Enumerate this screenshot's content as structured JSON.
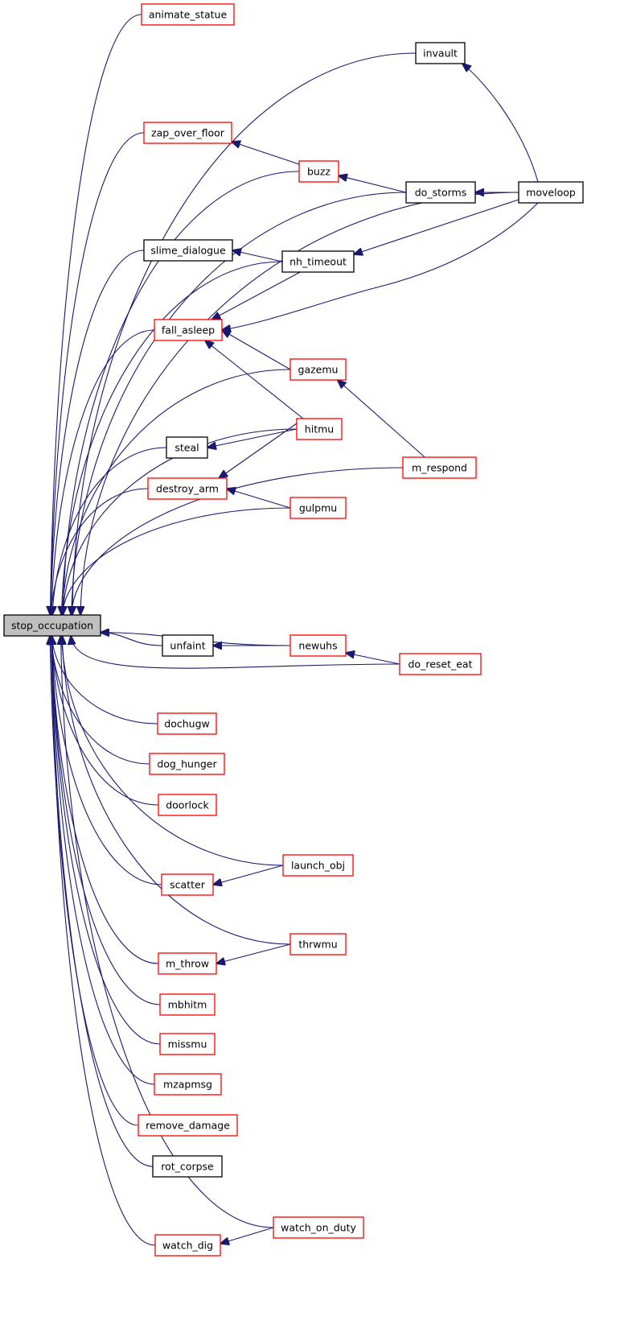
{
  "colors": {
    "edge": "#191970",
    "border_documented": "#000000",
    "border_undocumented": "#ff0000",
    "focus_fill": "#bfbfbf",
    "node_fill": "#ffffff"
  },
  "nodes": [
    {
      "id": "stop_occupation",
      "label": "stop_occupation",
      "style": "focus"
    },
    {
      "id": "animate_statue",
      "label": "animate_statue",
      "style": "red"
    },
    {
      "id": "invault",
      "label": "invault",
      "style": "black"
    },
    {
      "id": "zap_over_floor",
      "label": "zap_over_floor",
      "style": "red"
    },
    {
      "id": "buzz",
      "label": "buzz",
      "style": "red"
    },
    {
      "id": "do_storms",
      "label": "do_storms",
      "style": "black"
    },
    {
      "id": "moveloop",
      "label": "moveloop",
      "style": "black"
    },
    {
      "id": "slime_dialogue",
      "label": "slime_dialogue",
      "style": "black"
    },
    {
      "id": "nh_timeout",
      "label": "nh_timeout",
      "style": "black"
    },
    {
      "id": "fall_asleep",
      "label": "fall_asleep",
      "style": "red"
    },
    {
      "id": "gazemu",
      "label": "gazemu",
      "style": "red"
    },
    {
      "id": "hitmu",
      "label": "hitmu",
      "style": "red"
    },
    {
      "id": "steal",
      "label": "steal",
      "style": "black"
    },
    {
      "id": "m_respond",
      "label": "m_respond",
      "style": "red"
    },
    {
      "id": "destroy_arm",
      "label": "destroy_arm",
      "style": "red"
    },
    {
      "id": "gulpmu",
      "label": "gulpmu",
      "style": "red"
    },
    {
      "id": "unfaint",
      "label": "unfaint",
      "style": "black"
    },
    {
      "id": "newuhs",
      "label": "newuhs",
      "style": "red"
    },
    {
      "id": "do_reset_eat",
      "label": "do_reset_eat",
      "style": "red"
    },
    {
      "id": "dochugw",
      "label": "dochugw",
      "style": "red"
    },
    {
      "id": "dog_hunger",
      "label": "dog_hunger",
      "style": "red"
    },
    {
      "id": "doorlock",
      "label": "doorlock",
      "style": "red"
    },
    {
      "id": "launch_obj",
      "label": "launch_obj",
      "style": "red"
    },
    {
      "id": "scatter",
      "label": "scatter",
      "style": "red"
    },
    {
      "id": "thrwmu",
      "label": "thrwmu",
      "style": "red"
    },
    {
      "id": "m_throw",
      "label": "m_throw",
      "style": "red"
    },
    {
      "id": "mbhitm",
      "label": "mbhitm",
      "style": "red"
    },
    {
      "id": "missmu",
      "label": "missmu",
      "style": "red"
    },
    {
      "id": "mzapmsg",
      "label": "mzapmsg",
      "style": "red"
    },
    {
      "id": "remove_damage",
      "label": "remove_damage",
      "style": "red"
    },
    {
      "id": "rot_corpse",
      "label": "rot_corpse",
      "style": "black"
    },
    {
      "id": "watch_on_duty",
      "label": "watch_on_duty",
      "style": "red"
    },
    {
      "id": "watch_dig",
      "label": "watch_dig",
      "style": "red"
    }
  ],
  "edges": [
    {
      "from": "animate_statue",
      "to": "stop_occupation"
    },
    {
      "from": "invault",
      "to": "stop_occupation"
    },
    {
      "from": "moveloop",
      "to": "stop_occupation"
    },
    {
      "from": "zap_over_floor",
      "to": "stop_occupation"
    },
    {
      "from": "buzz",
      "to": "stop_occupation"
    },
    {
      "from": "do_storms",
      "to": "stop_occupation"
    },
    {
      "from": "slime_dialogue",
      "to": "stop_occupation"
    },
    {
      "from": "nh_timeout",
      "to": "stop_occupation"
    },
    {
      "from": "fall_asleep",
      "to": "stop_occupation"
    },
    {
      "from": "gazemu",
      "to": "stop_occupation"
    },
    {
      "from": "hitmu",
      "to": "stop_occupation"
    },
    {
      "from": "steal",
      "to": "stop_occupation"
    },
    {
      "from": "destroy_arm",
      "to": "stop_occupation"
    },
    {
      "from": "gulpmu",
      "to": "stop_occupation"
    },
    {
      "from": "m_respond",
      "to": "stop_occupation"
    },
    {
      "from": "newuhs",
      "to": "stop_occupation"
    },
    {
      "from": "unfaint",
      "to": "stop_occupation"
    },
    {
      "from": "do_reset_eat",
      "to": "stop_occupation"
    },
    {
      "from": "dochugw",
      "to": "stop_occupation"
    },
    {
      "from": "dog_hunger",
      "to": "stop_occupation"
    },
    {
      "from": "doorlock",
      "to": "stop_occupation"
    },
    {
      "from": "launch_obj",
      "to": "stop_occupation"
    },
    {
      "from": "scatter",
      "to": "stop_occupation"
    },
    {
      "from": "thrwmu",
      "to": "stop_occupation"
    },
    {
      "from": "m_throw",
      "to": "stop_occupation"
    },
    {
      "from": "mbhitm",
      "to": "stop_occupation"
    },
    {
      "from": "missmu",
      "to": "stop_occupation"
    },
    {
      "from": "mzapmsg",
      "to": "stop_occupation"
    },
    {
      "from": "remove_damage",
      "to": "stop_occupation"
    },
    {
      "from": "rot_corpse",
      "to": "stop_occupation"
    },
    {
      "from": "watch_on_duty",
      "to": "stop_occupation"
    },
    {
      "from": "watch_dig",
      "to": "stop_occupation"
    },
    {
      "from": "moveloop",
      "to": "invault"
    },
    {
      "from": "buzz",
      "to": "zap_over_floor"
    },
    {
      "from": "do_storms",
      "to": "buzz"
    },
    {
      "from": "moveloop",
      "to": "do_storms"
    },
    {
      "from": "nh_timeout",
      "to": "slime_dialogue"
    },
    {
      "from": "moveloop",
      "to": "nh_timeout"
    },
    {
      "from": "nh_timeout",
      "to": "fall_asleep"
    },
    {
      "from": "moveloop",
      "to": "fall_asleep"
    },
    {
      "from": "gazemu",
      "to": "fall_asleep"
    },
    {
      "from": "hitmu",
      "to": "fall_asleep"
    },
    {
      "from": "m_respond",
      "to": "gazemu"
    },
    {
      "from": "hitmu",
      "to": "steal"
    },
    {
      "from": "hitmu",
      "to": "destroy_arm"
    },
    {
      "from": "gulpmu",
      "to": "destroy_arm"
    },
    {
      "from": "newuhs",
      "to": "unfaint"
    },
    {
      "from": "do_reset_eat",
      "to": "newuhs"
    },
    {
      "from": "launch_obj",
      "to": "scatter"
    },
    {
      "from": "thrwmu",
      "to": "m_throw"
    },
    {
      "from": "watch_on_duty",
      "to": "watch_dig"
    }
  ]
}
